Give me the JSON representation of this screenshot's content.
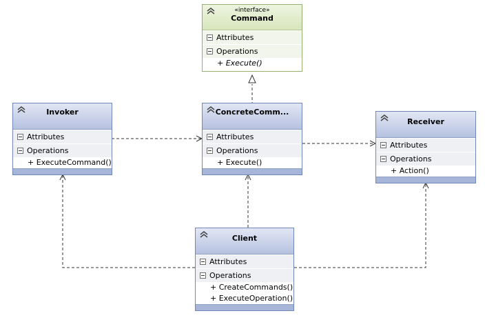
{
  "diagram": {
    "sections": {
      "attributes": "Attributes",
      "operations": "Operations"
    },
    "command": {
      "stereotype": "«interface»",
      "name": "Command",
      "operations": [
        "+ Execute()"
      ]
    },
    "concrete_command": {
      "name": "ConcreteComm...",
      "operations": [
        "+ Execute()"
      ]
    },
    "invoker": {
      "name": "Invoker",
      "operations": [
        "+ ExecuteCommand()"
      ]
    },
    "receiver": {
      "name": "Receiver",
      "operations": [
        "+ Action()"
      ]
    },
    "client": {
      "name": "Client",
      "operations": [
        "+ CreateCommands()",
        "+ ExecuteOperation()"
      ]
    }
  },
  "colors": {
    "class_border": "#6f86b8",
    "interface_border": "#96b070",
    "connector": "#333333"
  }
}
